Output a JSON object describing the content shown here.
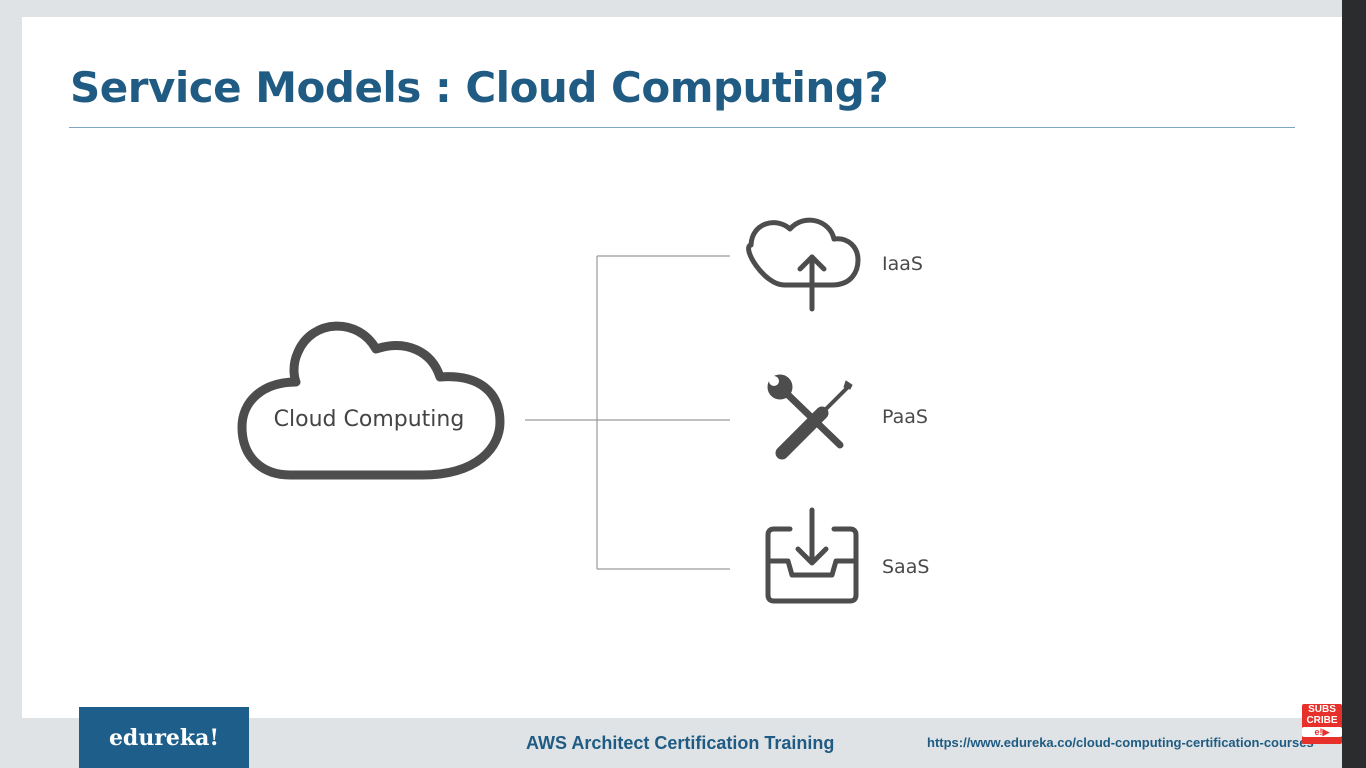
{
  "slide": {
    "title": "Service Models : Cloud Computing?"
  },
  "diagram": {
    "root": {
      "label": "Cloud Computing",
      "icon": "cloud-icon"
    },
    "services": [
      {
        "label": "IaaS",
        "icon": "cloud-upload-icon"
      },
      {
        "label": "PaaS",
        "icon": "tools-icon"
      },
      {
        "label": "SaaS",
        "icon": "inbox-download-icon"
      }
    ]
  },
  "footer": {
    "brand": "edureka!",
    "course": "AWS Architect Certification Training",
    "url": "https://www.edureka.co/cloud-computing-certification-courses",
    "subscribe_line1": "SUBS",
    "subscribe_line2": "CRIBE",
    "subscribe_tag": "e!▶"
  },
  "colors": {
    "title": "#1f5b82",
    "rule": "#7ea5c1",
    "logo_bg": "#1d5f8a",
    "subscribe_bg": "#e8302a",
    "icon_stroke": "#4d4d4d"
  }
}
